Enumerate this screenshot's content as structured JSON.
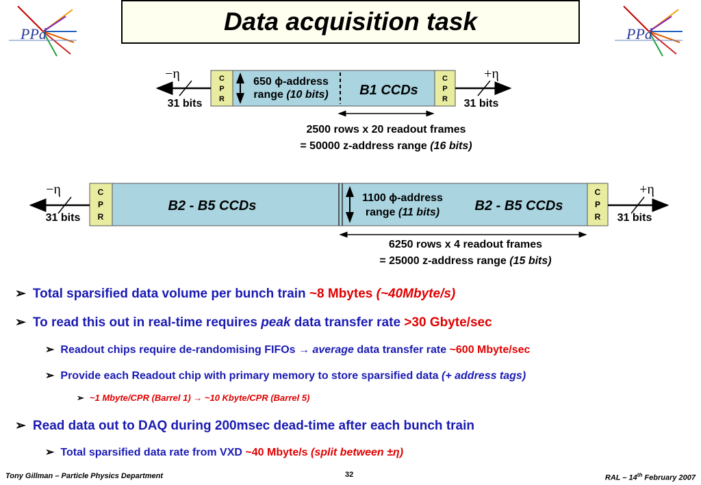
{
  "title": "Data acquisition task",
  "logo_text": "PPd",
  "diagram1": {
    "minus_eta": "−η",
    "plus_eta": "+η",
    "bits_left": "31 bits",
    "bits_right": "31 bits",
    "cpr": [
      "C",
      "P",
      "R"
    ],
    "addr_line1": "650 ϕ-address",
    "addr_line2_a": "range ",
    "addr_line2_b": "(10 bits)",
    "ccd_label": "B1 CCDs",
    "rows_line1": "2500 rows x 20 readout frames",
    "rows_line2_a": "= 50000 z-address range ",
    "rows_line2_b": "(16 bits)"
  },
  "diagram2": {
    "minus_eta": "−η",
    "plus_eta": "+η",
    "bits_left": "31 bits",
    "bits_right": "31 bits",
    "cpr": [
      "C",
      "P",
      "R"
    ],
    "ccd_label_left": "B2 - B5 CCDs",
    "ccd_label_right": "B2 - B5 CCDs",
    "addr_line1": "1100 ϕ-address",
    "addr_line2_a": "range ",
    "addr_line2_b": "(11 bits)",
    "rows_line1": "6250 rows x 4 readout frames",
    "rows_line2_a": "= 25000 z-address range ",
    "rows_line2_b": "(15 bits)"
  },
  "bullets": {
    "b1_a": "Total sparsified data volume per bunch train ",
    "b1_b": "~8 Mbytes ",
    "b1_c": "(~40Mbyte/s)",
    "b2_a": "To read this out in real-time requires ",
    "b2_b": "peak",
    "b2_c": " data transfer rate ",
    "b2_d": ">30 Gbyte/sec",
    "b2s1_a": "Readout chips require de-randomising FIFOs → ",
    "b2s1_b": "average",
    "b2s1_c": " data transfer rate ",
    "b2s1_d": "~600 Mbyte/sec",
    "b2s2_a": "Provide each Readout chip with primary memory to store sparsified data ",
    "b2s2_b": "(+ address tags)",
    "b2s2s1": "~1 Mbyte/CPR (Barrel 1) → ~10 Kbyte/CPR (Barrel 5)",
    "b3": "Read data out to DAQ during 200msec dead-time after each bunch train",
    "b3s1_a": "Total sparsified data rate from VXD ",
    "b3s1_b": "~40 Mbyte/s ",
    "b3s1_c": "(split between ±η)"
  },
  "footer": {
    "left": "Tony Gillman – Particle Physics Department",
    "page": "32",
    "right_a": "RAL – 14",
    "right_sup": "th",
    "right_b": " February 2007"
  },
  "colors": {
    "blue_text": "#1a1ab3",
    "red_text": "#e00000",
    "ccd_fill": "#a9d4e0",
    "cpr_fill": "#e8eca0"
  }
}
